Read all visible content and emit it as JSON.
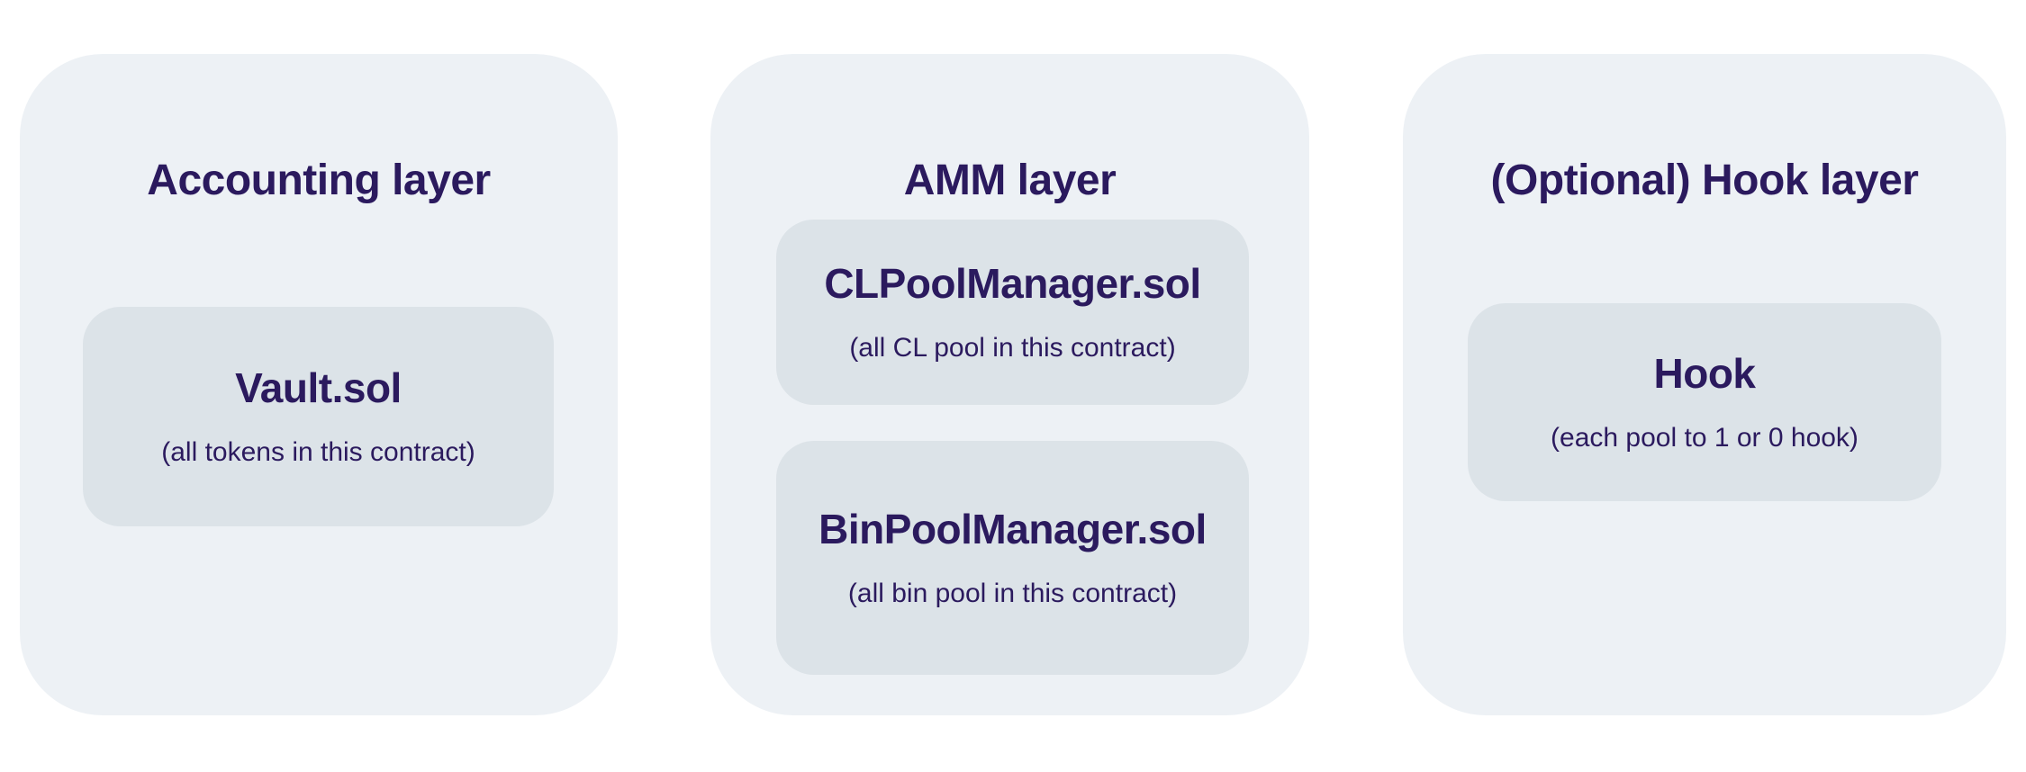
{
  "diagram": {
    "colors": {
      "page_bg": "#ffffff",
      "panel_bg": "#edf1f5",
      "box_bg": "#dce3e8",
      "text": "#2b1a5e"
    },
    "panels": [
      {
        "title": "Accounting layer",
        "boxes": [
          {
            "title": "Vault.sol",
            "subtitle": "(all tokens in this contract)"
          }
        ]
      },
      {
        "title": "AMM layer",
        "boxes": [
          {
            "title": "CLPoolManager.sol",
            "subtitle": "(all CL pool in this contract)"
          },
          {
            "title": "BinPoolManager.sol",
            "subtitle": "(all bin pool in this contract)"
          }
        ]
      },
      {
        "title": "(Optional) Hook layer",
        "boxes": [
          {
            "title": "Hook",
            "subtitle": "(each pool to 1 or 0 hook)"
          }
        ]
      }
    ]
  }
}
